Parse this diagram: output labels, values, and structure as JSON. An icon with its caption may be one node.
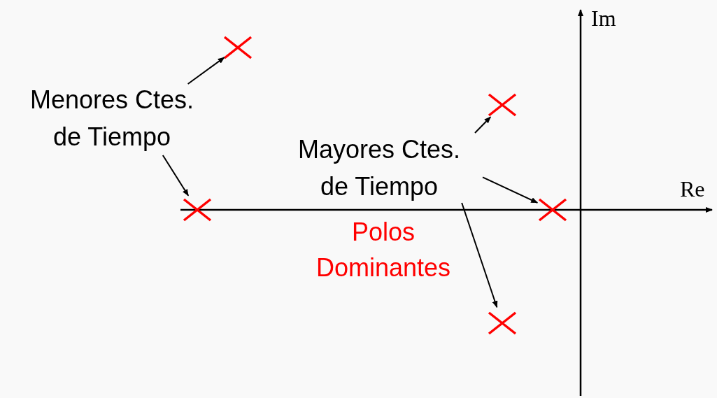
{
  "diagram": {
    "nodes": [
      {
        "text": [],
        "shape": "cross"
      },
      {
        "text": [
          "Menores Ctes. de Tiempo"
        ]
      },
      {
        "text": [],
        "shape": "cross"
      },
      {
        "text": [
          "Mayores Ctes. de Tiempo"
        ]
      },
      {
        "text": [],
        "shape": "cross"
      },
      {
        "text": [],
        "shape": "cross"
      },
      {
        "text": [],
        "shape": "cross"
      }
    ],
    "edges": [
      {
        "from": 1,
        "to": 0,
        "arrow": "to"
      },
      {
        "from": 1,
        "to": 4,
        "arrow": "to"
      },
      {
        "from": 3,
        "to": 2,
        "arrow": "to"
      },
      {
        "from": 3,
        "to": 5,
        "arrow": "to"
      },
      {
        "from": 3,
        "to": 6,
        "arrow": "to"
      }
    ],
    "labels": [
      "Im",
      "Re",
      "Polos Dominantes"
    ]
  }
}
